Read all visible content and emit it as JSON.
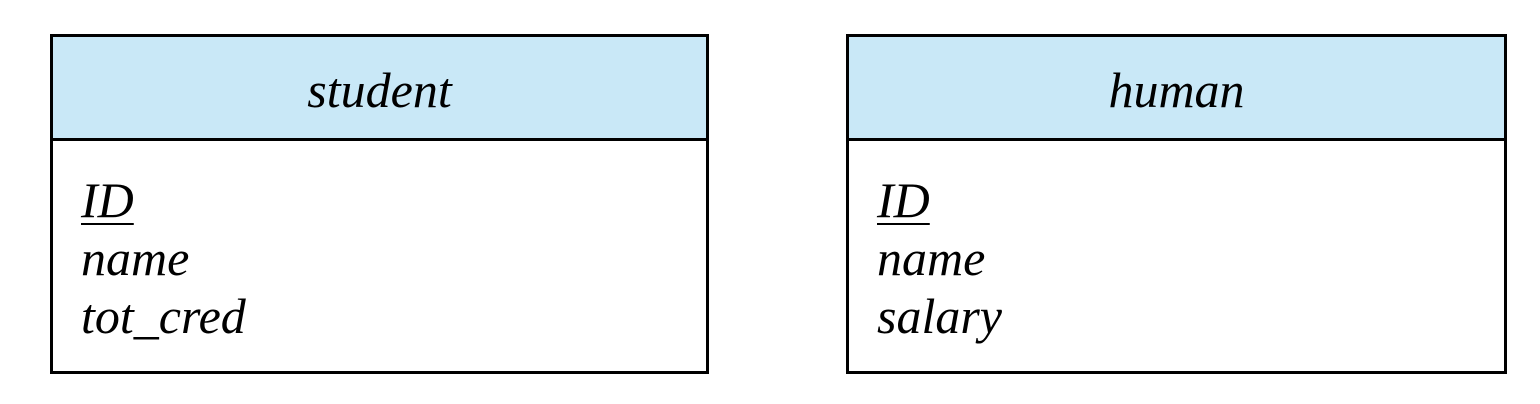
{
  "header_color": "#c9e8f7",
  "entities": [
    {
      "name": "student",
      "attributes": [
        {
          "label": "ID",
          "primary_key": true
        },
        {
          "label": "name",
          "primary_key": false
        },
        {
          "label": "tot_cred",
          "primary_key": false
        }
      ]
    },
    {
      "name": "human",
      "attributes": [
        {
          "label": "ID",
          "primary_key": true
        },
        {
          "label": "name",
          "primary_key": false
        },
        {
          "label": "salary",
          "primary_key": false
        }
      ]
    }
  ]
}
